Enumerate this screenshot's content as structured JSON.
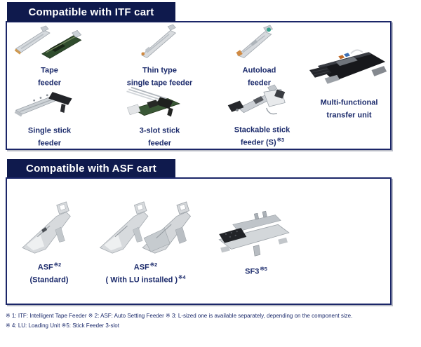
{
  "colors": {
    "banner_bg": "#0f1a4d",
    "banner_fg": "#ffffff",
    "border": "#1b2668",
    "label": "#1b2a6b"
  },
  "sections": [
    {
      "title": "Compatible with ITF cart",
      "items": [
        {
          "name": "tape-feeder",
          "lines": [
            {
              "text": "Tape"
            },
            {
              "text": "feeder"
            }
          ]
        },
        {
          "name": "thin-type-single-tape-feeder",
          "lines": [
            {
              "text": "Thin type"
            },
            {
              "text": "single tape feeder"
            }
          ]
        },
        {
          "name": "autoload-feeder",
          "lines": [
            {
              "text": "Autoload"
            },
            {
              "text": "feeder"
            }
          ]
        },
        {
          "name": "multi-functional-transfer-unit",
          "lines": [
            {
              "text": "Multi-functional"
            },
            {
              "text": "transfer unit"
            }
          ]
        },
        {
          "name": "single-stick-feeder",
          "lines": [
            {
              "text": "Single stick"
            },
            {
              "text": "feeder"
            }
          ]
        },
        {
          "name": "3-slot-stick-feeder",
          "lines": [
            {
              "text": "3-slot stick"
            },
            {
              "text": "feeder"
            }
          ]
        },
        {
          "name": "stackable-stick-feeder",
          "lines": [
            {
              "text": "Stackable stick"
            },
            {
              "text": "feeder (S)",
              "sup": "※3"
            }
          ]
        }
      ]
    },
    {
      "title": "Compatible with ASF cart",
      "items": [
        {
          "name": "asf-standard",
          "lines": [
            {
              "text": "ASF",
              "sup": "※2"
            },
            {
              "text": "(Standard)"
            }
          ]
        },
        {
          "name": "asf-with-lu",
          "lines": [
            {
              "text": "ASF",
              "sup": "※2"
            },
            {
              "text": "( With LU installed )",
              "sup": "※4"
            }
          ]
        },
        {
          "name": "sf3",
          "lines": [
            {
              "text": "SF3",
              "sup": "※5"
            }
          ]
        }
      ]
    }
  ],
  "footnotes": [
    "※ 1: ITF: Intelligent Tape Feeder  ※ 2: ASF: Auto Setting Feeder ※ 3: L-sized one is available separately, depending on the component size.",
    "※ 4: LU: Loading Unit ※5: Stick Feeder 3-slot"
  ]
}
